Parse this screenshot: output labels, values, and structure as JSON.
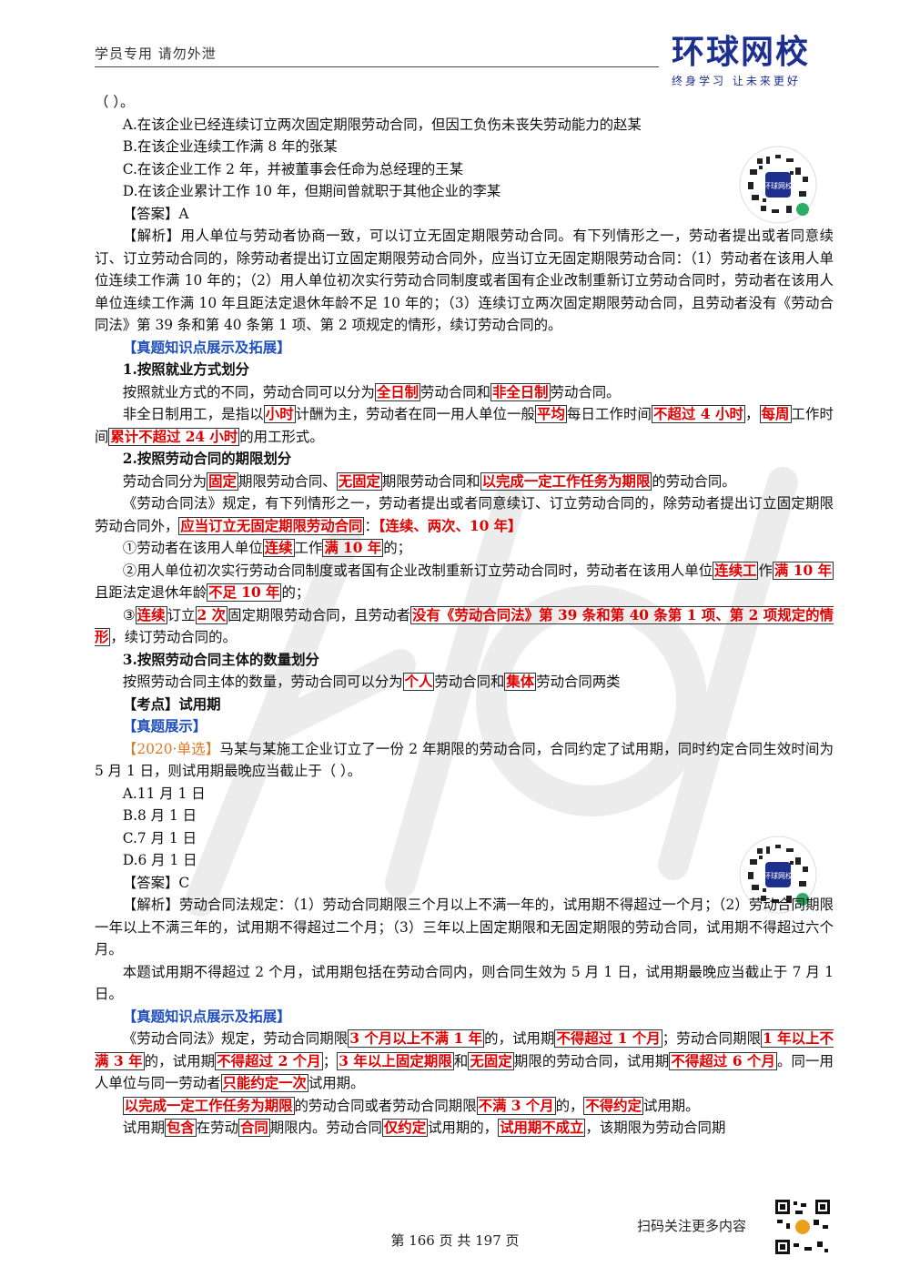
{
  "header": {
    "left_text": "学员专用 请勿外泄",
    "logo_main": "环球网校",
    "logo_sub": "终身学习 让未来更好"
  },
  "q1": {
    "stem_end": "（   ）。",
    "optA": "A.在该企业已经连续订立两次固定期限劳动合同，但因工负伤未丧失劳动能力的赵某",
    "optB": "B.在该企业连续工作满 8 年的张某",
    "optC": "C.在该企业工作 2 年，并被董事会任命为总经理的王某",
    "optD": "D.在该企业累计工作 10 年，但期间曾就职于其他企业的李某",
    "answer": "【答案】A",
    "analysis": "【解析】用人单位与劳动者协商一致，可以订立无固定期限劳动合同。有下列情形之一，劳动者提出或者同意续订、订立劳动合同的，除劳动者提出订立固定期限劳动合同外，应当订立无固定期限劳动合同：（1）劳动者在该用人单位连续工作满 10 年的；（2）用人单位初次实行劳动合同制度或者国有企业改制重新订立劳动合同时，劳动者在该用人单位连续工作满 10 年且距法定退休年龄不足 10 年的；（3）连续订立两次固定期限劳动合同，且劳动者没有《劳动合同法》第 39 条和第 40 条第 1 项、第 2 项规定的情形，续订劳动合同的。"
  },
  "k1": {
    "heading": "【真题知识点展示及拓展】",
    "s1_title": "1.按照就业方式划分",
    "s1_p1": [
      "按照就业方式的不同，劳动合同可以分为",
      "全日制",
      "劳动合同和",
      "非全日制",
      "劳动合同。"
    ],
    "s1_p2": [
      "非全日制用工，是指以",
      "小时",
      "计酬为主，劳动者在同一用人单位一般",
      "平均",
      "每日工作时间",
      "不超过 4 小时",
      "，",
      "每周",
      "工作时间",
      "累计不超过 24 小时",
      "的用工形式。"
    ],
    "s2_title": "2.按照劳动合同的期限划分",
    "s2_p1": [
      "劳动合同分为",
      "固定",
      "期限劳动合同、",
      "无固定",
      "期限劳动合同和",
      "以完成一定工作任务为期限",
      "的劳动合同。"
    ],
    "s2_p2": [
      "《劳动合同法》规定，有下列情形之一，劳动者提出或者同意续订、订立劳动合同的，除劳动者提出订立固定期限劳动合同外，",
      "应当订立无固定期限劳动合同",
      "：",
      "【连续、两次、10 年】"
    ],
    "s2_i1": [
      "①劳动者在该用人单位",
      "连续",
      "工作",
      "满 10 年",
      "的；"
    ],
    "s2_i2": [
      "②用人单位初次实行劳动合同制度或者国有企业改制重新订立劳动合同时，劳动者在该用人单位",
      "连续工",
      "作",
      "满 10 年",
      "且距法定退休年龄",
      "不足 10 年",
      "的；"
    ],
    "s2_i3": [
      "③",
      "连续",
      "订立",
      "2 次",
      "固定期限劳动合同，且劳动者",
      "没有《劳动合同法》第 39 条和第 40 条第 1 项、第 2 项规定的情形",
      "，续订劳动合同的。"
    ],
    "s3_title": "3.按照劳动合同主体的数量划分",
    "s3_p1": [
      "按照劳动合同主体的数量，劳动合同可以分为",
      "个人",
      "劳动合同和",
      "集体",
      "劳动合同两类"
    ]
  },
  "topic": {
    "label": "【考点】试用期",
    "show": "【真题展示】",
    "tag": "【2020·单选】",
    "stem": "马某与某施工企业订立了一份 2 年期限的劳动合同，合同约定了试用期，同时约定合同生效时间为 5 月 1 日，则试用期最晚应当截止于（   ）。",
    "optA": "A.11 月 1 日",
    "optB": "B.8 月 1 日",
    "optC": "C.7 月 1 日",
    "optD": "D.6 月 1 日",
    "answer": "【答案】C",
    "analysis": "【解析】劳动合同法规定：（1）劳动合同期限三个月以上不满一年的，试用期不得超过一个月；（2）劳动合同期限一年以上不满三年的，试用期不得超过二个月；（3）三年以上固定期限和无固定期限的劳动合同，试用期不得超过六个月。",
    "analysis2": "本题试用期不得超过 2 个月，试用期包括在劳动合同内，则合同生效为 5 月 1 日，试用期最晚应当截止于 7 月 1 日。"
  },
  "k2": {
    "heading": "【真题知识点展示及拓展】",
    "p1": [
      "《劳动合同法》规定，劳动合同期限",
      "3 个月以上不满 1 年",
      "的，试用期",
      "不得超过 1 个月",
      "；劳动合同期限",
      "1 年以上不满 3 年",
      "的，试用期",
      "不得超过 2 个月",
      "；",
      "3 年以上固定期限",
      "和",
      "无固定",
      "期限的劳动合同，试用期",
      "不得超过 6 个月",
      "。同一用人单位与同一劳动者",
      "只能约定一次",
      "试用期。"
    ],
    "p2": [
      "以完成一定工作任务为期限",
      "的劳动合同或者劳动合同期限",
      "不满 3 个月",
      "的，",
      "不得约定",
      "试用期。"
    ],
    "p3": [
      "试用期",
      "包含",
      "在劳动",
      "合同",
      "期限内。劳动合同",
      "仅约定",
      "试用期的，",
      "试用期不成立",
      "，该期限为劳动合同期"
    ]
  },
  "footer": {
    "page": "第 166 页 共 197 页",
    "scan": "扫码关注更多内容"
  },
  "qr": {
    "center_text": "环球网校"
  }
}
